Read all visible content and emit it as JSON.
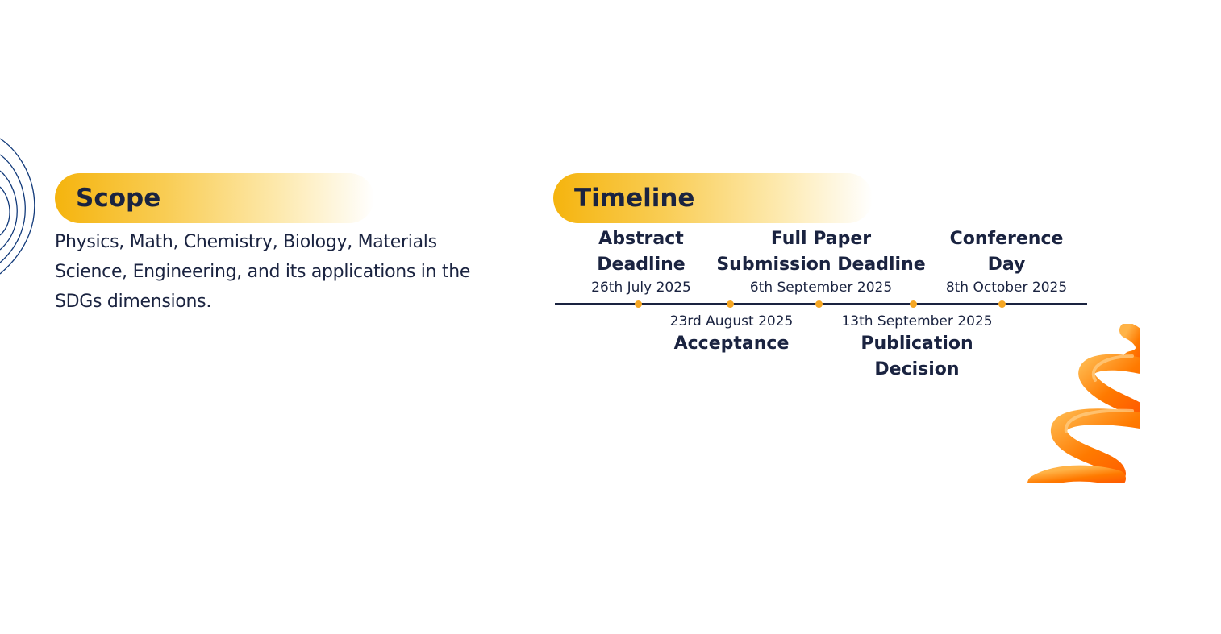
{
  "scope": {
    "heading": "Scope",
    "description": "Physics, Math, Chemistry, Biology, Materials Science, Engineering, and its applications in the SDGs dimensions."
  },
  "timeline": {
    "heading": "Timeline",
    "events": [
      {
        "title_line1": "Abstract",
        "title_line2": "Deadline",
        "date": "26th July 2025"
      },
      {
        "title_line1": "Acceptance",
        "title_line2": "",
        "date": "23rd August 2025"
      },
      {
        "title_line1": "Full Paper",
        "title_line2": "Submission Deadline",
        "date": "6th September 2025"
      },
      {
        "title_line1": "Publication",
        "title_line2": "Decision",
        "date": "13th September 2025"
      },
      {
        "title_line1": "Conference",
        "title_line2": "Day",
        "date": "8th October 2025"
      }
    ]
  },
  "colors": {
    "accent": "#f5b40e",
    "text": "#1a2340",
    "dot": "#f5a623",
    "spiral": "#ff7a00",
    "arcs": "#123a7a"
  },
  "icons": {
    "left_decoration": "concentric-arcs",
    "right_decoration": "orange-spiral"
  }
}
